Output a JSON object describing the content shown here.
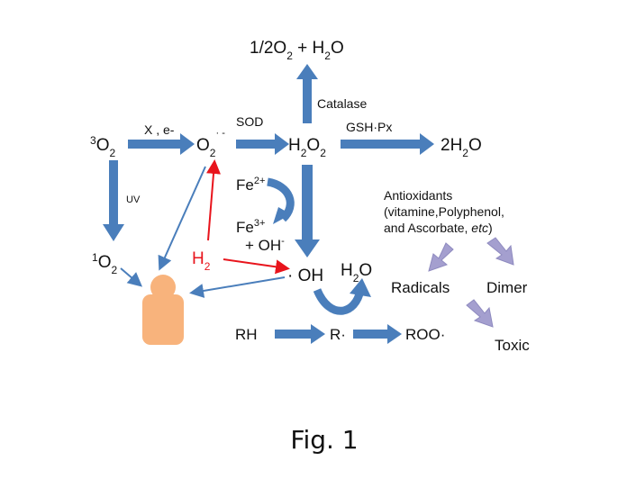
{
  "diagram": {
    "nodes": {
      "triplet_o2_sup": "3",
      "triplet_o2": "O",
      "triplet_o2_sub": "2",
      "superoxide": "O",
      "superoxide_sub": "2",
      "superoxide_sup": "· -",
      "h2o2_a": "H",
      "h2o2_sub1": "2",
      "h2o2_b": "O",
      "h2o2_sub2": "2",
      "water2": "2H",
      "water2_sub": "2",
      "water2_end": "O",
      "top_a": "1/2O",
      "top_sub": "2",
      "top_b": " + H",
      "top_sub2": "2",
      "top_c": "O",
      "singlet_sup": "1",
      "singlet": "O",
      "singlet_sub": "2",
      "h2": "H",
      "h2_sub": "2",
      "hydroxyl": "· OH",
      "water_small_a": "H",
      "water_small_sub": "2",
      "water_small_b": "O",
      "fe2": "Fe",
      "fe2_sup": "2+",
      "fe3": "Fe",
      "fe3_sup": "3+",
      "oh_minus": "+ OH",
      "oh_minus_sup": "-",
      "rh": "RH",
      "r_rad": "R·",
      "roo": "ROO·",
      "antioxidants_1": "Antioxidants",
      "antioxidants_2": "(vitamine,Polyphenol,",
      "antioxidants_3a": "and Ascorbate, ",
      "antioxidants_3b": "etc",
      "antioxidants_3c": ")",
      "radicals": "Radicals",
      "dimer": "Dimer",
      "toxic": "Toxic"
    },
    "edge_labels": {
      "x_e": "X , e-",
      "sod": "SOD",
      "catalase": "Catalase",
      "gsh_px": "GSH·Px",
      "uv": "UV"
    },
    "caption": "Fig. 1"
  },
  "colors": {
    "main_arrow": "#4a7ebb",
    "red_arrow": "#e8141c",
    "purple_arrow": "#a49fcf",
    "person": "#f8b37c"
  }
}
